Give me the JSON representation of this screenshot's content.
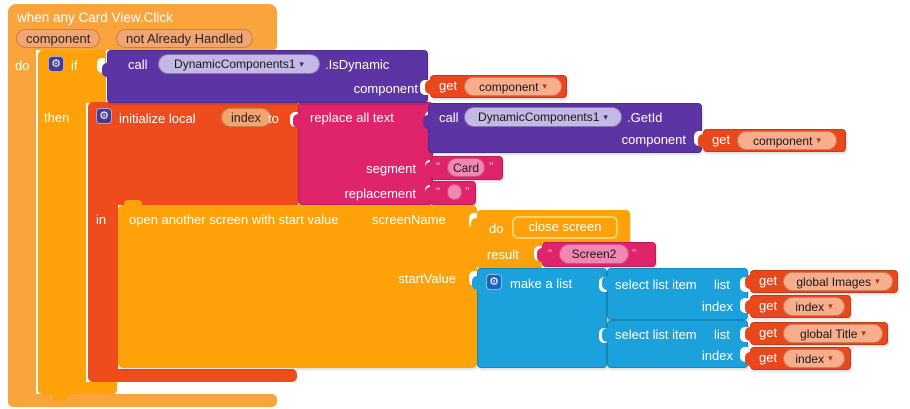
{
  "colors": {
    "event_block": "#F9A43C",
    "control_block": "#FFA20A",
    "variable_block": "#EF4C1E",
    "variable_get_block": "#E8481C",
    "text_block": "#E0246C",
    "list_block": "#1BA1DC",
    "procedure_block": "#5C34A4",
    "param_chip": "#F2A571",
    "field_pill_salmon": "#F8AE8C",
    "field_pill_pink": "#F287B3",
    "field_pill_lavender": "#C4B8E4",
    "mutator_indigo": "#453C8E",
    "mutator_blue": "#1565C0"
  },
  "icons": {
    "gear": "⚙",
    "dropdown": "▾",
    "quote_open": "“",
    "quote_close": "”"
  },
  "when": {
    "title": "when any Card View.Click",
    "params": [
      "component",
      "not Already Handled"
    ],
    "do_label": "do"
  },
  "if_block": {
    "if_label": "if",
    "then_label": "then"
  },
  "calls": {
    "is_dynamic": {
      "call_label": "call",
      "component_name": "DynamicComponents1",
      "method": ".IsDynamic",
      "arg_label": "component"
    },
    "get_id": {
      "call_label": "call",
      "component_name": "DynamicComponents1",
      "method": ".GetId",
      "arg_label": "component"
    }
  },
  "gets": {
    "get_label": "get",
    "component": "component",
    "index": "index",
    "global_images": "global Images",
    "global_title": "global Title"
  },
  "initialize": {
    "label": "initialize local",
    "var_name": "index",
    "to_label": "to",
    "in_label": "in"
  },
  "replace": {
    "title": "replace all text",
    "segment_label": "segment",
    "replacement_label": "replacement"
  },
  "strings": {
    "card": "Card",
    "empty": "",
    "screen2": "Screen2"
  },
  "open_screen": {
    "title": "open another screen with start value",
    "screen_name_label": "screenName",
    "start_value_label": "startValue"
  },
  "do_result": {
    "do_label": "do",
    "result_label": "result"
  },
  "close_screen": {
    "label": "close screen"
  },
  "make_list": {
    "label": "make a list"
  },
  "select_item": {
    "title": "select list item",
    "list_label": "list",
    "index_label": "index"
  }
}
